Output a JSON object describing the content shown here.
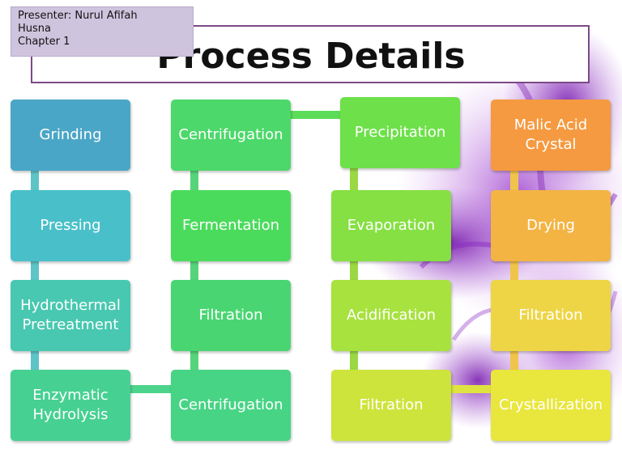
{
  "title": "Process Details",
  "presenter": {
    "line1": "Presenter: Nurul Afifah",
    "line2": "Husna",
    "line3": "Chapter 1"
  },
  "columns": [
    {
      "steps": [
        {
          "lines": [
            "Grinding"
          ],
          "color": "#4aa6c6"
        },
        {
          "lines": [
            "Pressing"
          ],
          "color": "#49c0c9"
        },
        {
          "lines": [
            "Hydrothermal",
            "Pretreatment"
          ],
          "color": "#48c8b0"
        },
        {
          "lines": [
            "Enzymatic",
            "Hydrolysis"
          ],
          "color": "#46d092"
        }
      ]
    },
    {
      "steps": [
        {
          "lines": [
            "Centrifugation"
          ],
          "color": "#4cd86a"
        },
        {
          "lines": [
            "Fermentation"
          ],
          "color": "#4bdb5c"
        },
        {
          "lines": [
            "Filtration"
          ],
          "color": "#49d672"
        },
        {
          "lines": [
            "Centrifugation"
          ],
          "color": "#47d485"
        }
      ]
    },
    {
      "steps": [
        {
          "lines": [
            "Precipitation"
          ],
          "color": "#6ee04a"
        },
        {
          "lines": [
            "Evaporation"
          ],
          "color": "#86e043"
        },
        {
          "lines": [
            "Acidification"
          ],
          "color": "#a8e23e"
        },
        {
          "lines": [
            "Filtration"
          ],
          "color": "#cde43c"
        }
      ]
    },
    {
      "steps": [
        {
          "lines": [
            "Malic Acid",
            "Crystal"
          ],
          "color": "#f59a40"
        },
        {
          "lines": [
            "Drying"
          ],
          "color": "#f3b444"
        },
        {
          "lines": [
            "Filtration"
          ],
          "color": "#eed546"
        },
        {
          "lines": [
            "Crystallization"
          ],
          "color": "#e9e63e"
        }
      ]
    }
  ]
}
